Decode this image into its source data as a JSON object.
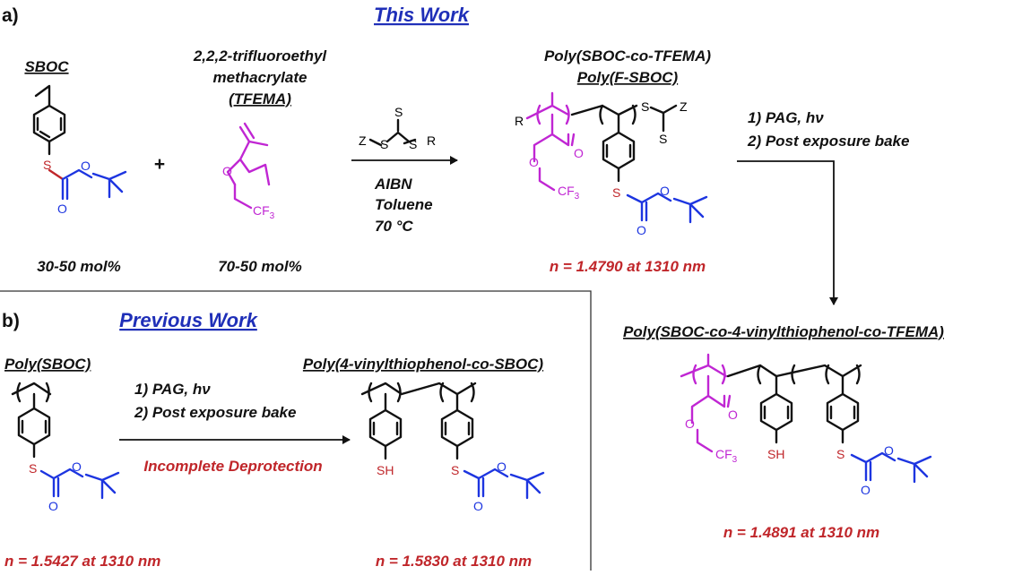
{
  "panel_a": {
    "label": "a)",
    "header": "This Work",
    "sboc": {
      "name": "SBOC",
      "amount": "30-50 mol%"
    },
    "plus": "+",
    "tfema": {
      "name_line1": "2,2,2-trifluoroethyl",
      "name_line2": "methacrylate",
      "abbr": "(TFEMA)",
      "amount": "70-50 mol%"
    },
    "conditions": [
      "AIBN",
      "Toluene",
      "70 °C"
    ],
    "product": {
      "name_line1": "Poly(SBOC-co-TFEMA)",
      "name_line2": "Poly(F-SBOC)",
      "index": "n = 1.4790 at 1310 nm"
    },
    "steps": [
      "1) PAG, hν",
      "2) Post exposure bake"
    ],
    "final": {
      "name": "Poly(SBOC-co-4-vinylthiophenol-co-TFEMA)",
      "index": "n = 1.4891 at 1310 nm"
    }
  },
  "panel_b": {
    "label": "b)",
    "header": "Previous Work",
    "start": {
      "name": "Poly(SBOC)",
      "index": "n = 1.5427 at 1310 nm"
    },
    "steps": [
      "1) PAG, hν",
      "2) Post exposure bake"
    ],
    "note": "Incomplete Deprotection",
    "product": {
      "name": "Poly(4-vinylthiophenol-co-SBOC)",
      "index": "n = 1.5830 at 1310 nm"
    }
  },
  "atoms": {
    "S": "S",
    "O": "O",
    "Z": "Z",
    "R": "R",
    "SH": "SH",
    "CF": "CF",
    "three": "3"
  }
}
